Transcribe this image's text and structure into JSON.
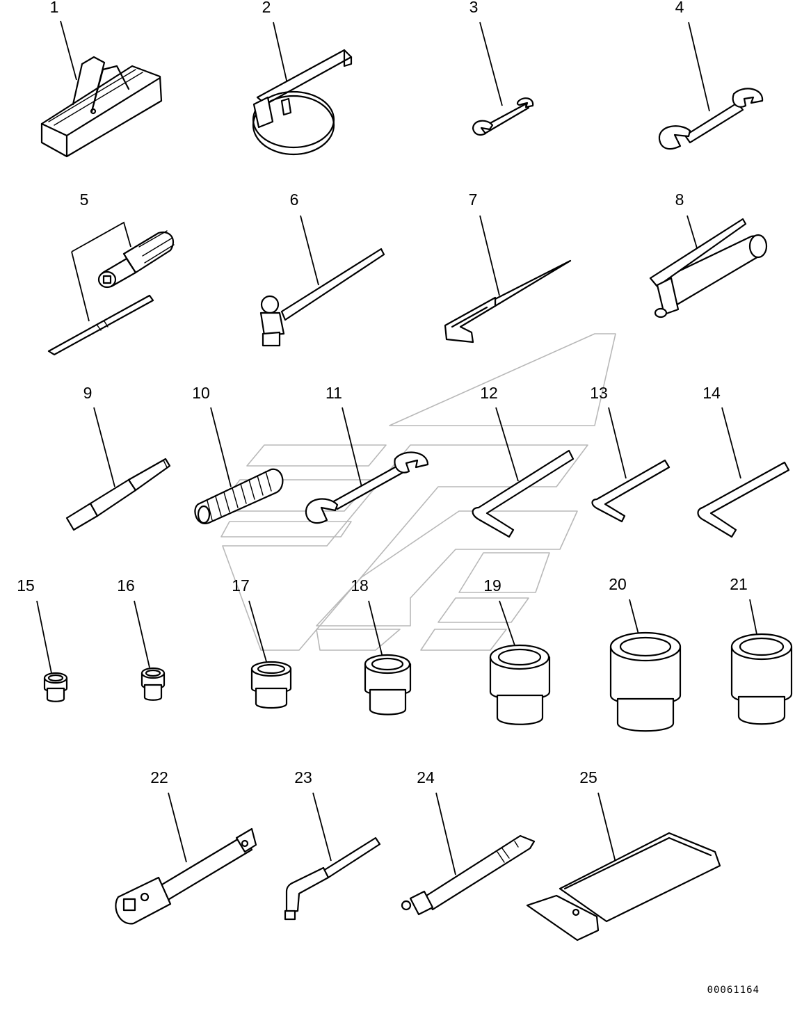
{
  "diagram": {
    "callouts": [
      "1",
      "2",
      "3",
      "4",
      "5",
      "6",
      "7",
      "8",
      "9",
      "10",
      "11",
      "12",
      "13",
      "14",
      "15",
      "16",
      "17",
      "18",
      "19",
      "20",
      "21",
      "22",
      "23",
      "24",
      "25"
    ],
    "drawing_code": "00061164"
  },
  "colors": {
    "line": "#000000",
    "watermark": "#b8b8b8",
    "background": "#ffffff"
  }
}
